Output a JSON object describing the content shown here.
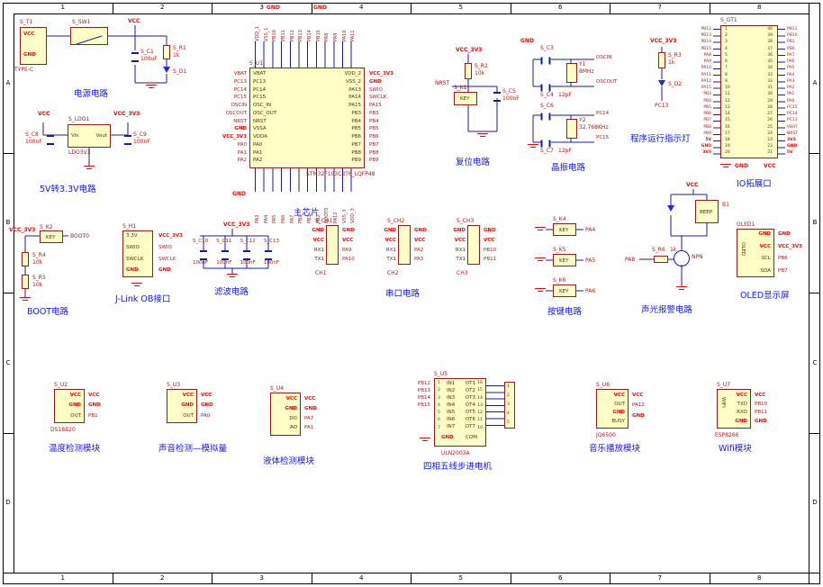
{
  "common": {
    "vcc": "VCC",
    "gnd": "GND",
    "vcc33": "VCC_3V3"
  },
  "frame": {
    "cols": [
      "1",
      "2",
      "3",
      "4",
      "5",
      "6",
      "7",
      "8"
    ],
    "rows": [
      "A",
      "B",
      "C",
      "D"
    ]
  },
  "power": {
    "caption": "电源电路",
    "connector": {
      "designator": "S_T1",
      "pins": [
        "VCC",
        "GND"
      ],
      "part": "TYPE-C"
    },
    "switch": {
      "designator": "S_SW1"
    },
    "cap": {
      "designator": "S_C1",
      "value": "100uF"
    },
    "res": {
      "designator": "S_R1",
      "value": "1k"
    },
    "led": {
      "designator": "S_D1"
    }
  },
  "ldo": {
    "caption": "5V转3.3V电路",
    "designator": "S_LDO1",
    "part": "LDO3V3",
    "pin_in": "Vin",
    "pin_out": "Vout",
    "cap_left": {
      "designator": "S_C8",
      "value": "100nF"
    },
    "cap_right": {
      "designator": "S_C9",
      "value": "100nF"
    }
  },
  "mcu": {
    "caption": "主芯片",
    "designator": "S_U1",
    "part": "STM32F103C8T6_LQFP48",
    "left_pins": [
      "VBAT",
      "PC13",
      "PC14",
      "PC15",
      "OSC_IN",
      "OSC_OUT",
      "NRST",
      "VSSA",
      "VDDA",
      "PA0",
      "PA1",
      "PA2"
    ],
    "left_nets": [
      "VBAT",
      "PC13",
      "PC14",
      "PC15",
      "OSCIN",
      "OSCOUT",
      "NRST",
      "GND",
      "VCC_3V3",
      "PA0",
      "PA1",
      "PA2"
    ],
    "right_pins": [
      "VDD_2",
      "VSS_2",
      "PA13",
      "PA14",
      "PA15",
      "PB3",
      "PB4",
      "PB5",
      "PB6",
      "PB7",
      "PB8",
      "PB9"
    ],
    "right_nets": [
      "VCC_3V3",
      "GND",
      "SWIO",
      "SWCLK",
      "PA15",
      "PB3",
      "PB4",
      "PB5",
      "PB6",
      "PB7",
      "PB8",
      "PB9"
    ],
    "top_pins": [
      "VDD_1",
      "VSS_1",
      "PB10",
      "PB11",
      "PB12",
      "PB13",
      "PB14",
      "PB15",
      "PA8",
      "PA9",
      "PA10",
      "PA11"
    ],
    "bottom_pins": [
      "PA3",
      "PA4",
      "PA5",
      "PA6",
      "PA7",
      "PB0",
      "PB1",
      "PB2",
      "BOOT0",
      "PA12",
      "VSS_3",
      "VDD_3"
    ]
  },
  "reset": {
    "caption": "复位电路",
    "net": "NRST",
    "res": {
      "designator": "S_R2",
      "value": "10k"
    },
    "key": {
      "designator": "S_K1",
      "label": "KEY"
    },
    "cap": {
      "designator": "S_C5",
      "value": "100nF"
    }
  },
  "crystal": {
    "caption": "晶振电路",
    "top": {
      "cap1": "S_C3",
      "cap2": "S_C4",
      "cap_value": "12pF",
      "xtal": "Y1",
      "freq": "8MHz",
      "nets": [
        "OSCIN",
        "OSCOUT"
      ]
    },
    "bottom": {
      "cap1": "S_C6",
      "cap2": "S_C7",
      "cap_value": "12pF",
      "xtal": "Y2",
      "freq": "32.768KHz",
      "nets": [
        "PC14",
        "PC15"
      ]
    }
  },
  "runled": {
    "caption": "程序运行指示灯",
    "res": {
      "designator": "S_R3",
      "value": "1k"
    },
    "led": "S_D2",
    "net": "PC13"
  },
  "ioport": {
    "caption": "IO拓展口",
    "designator": "S_GT1",
    "numbers_left": [
      "1",
      "2",
      "3",
      "4",
      "5",
      "6",
      "7",
      "8",
      "9",
      "10",
      "11",
      "12",
      "13",
      "14",
      "15",
      "16",
      "17",
      "18",
      "19",
      "20"
    ],
    "numbers_right": [
      "40",
      "39",
      "38",
      "37",
      "36",
      "35",
      "34",
      "33",
      "32",
      "31",
      "30",
      "29",
      "28",
      "27",
      "26",
      "25",
      "24",
      "23",
      "22",
      "21"
    ],
    "labels_left": [
      "PB12",
      "PB13",
      "PB14",
      "PB15",
      "PA8",
      "PA9",
      "PA10",
      "PA11",
      "PA12",
      "PA15",
      "PB3",
      "PB4",
      "PB5",
      "PB6",
      "PB7",
      "PB8",
      "PB9",
      "5V",
      "GND",
      "3V3"
    ],
    "labels_right": [
      "PB11",
      "PB10",
      "PB1",
      "PB0",
      "PA7",
      "PA6",
      "PA5",
      "PA4",
      "PA3",
      "PA2",
      "PA1",
      "PA0",
      "PC15",
      "PC14",
      "PC13",
      "VBAT",
      "NRST",
      "3V3",
      "GND",
      "5V"
    ]
  },
  "boot": {
    "caption": "BOOT电路",
    "net": "BOOT0",
    "key": {
      "designator": "S_K2",
      "label": "KEY"
    },
    "res1": {
      "designator": "S_R4",
      "value": "10k"
    },
    "res2": {
      "designator": "S_R5",
      "value": "10k"
    }
  },
  "jlink": {
    "caption": "J-Link OB接口",
    "designator": "S_H1",
    "pins": [
      "3.3V",
      "SWIO",
      "SWCLK",
      "GND"
    ],
    "nets": [
      "VCC_3V3",
      "SWIO",
      "SWCLK",
      "GND"
    ]
  },
  "filter": {
    "caption": "滤波电路",
    "designators": [
      "S_C10",
      "S_C11",
      "S_C12",
      "S_C13"
    ],
    "values": [
      "100nF",
      "100nF",
      "100nF",
      "100nF"
    ]
  },
  "serial": {
    "caption": "串口电路",
    "pins": [
      "GND",
      "VCC",
      "RX1",
      "TX1"
    ],
    "headers": [
      {
        "designator": "S_CH1",
        "part": "CH1",
        "nets": [
          "GND",
          "VCC",
          "PA9",
          "PA10"
        ]
      },
      {
        "designator": "S_CH2",
        "part": "CH2",
        "nets": [
          "GND",
          "VCC",
          "PA2",
          "PA3"
        ]
      },
      {
        "designator": "S_CH3",
        "part": "CH3",
        "nets": [
          "GND",
          "VCC",
          "PB10",
          "PB11"
        ]
      }
    ]
  },
  "keys": {
    "caption": "按键电路",
    "label": "KEY",
    "designators": [
      "S_K4",
      "S_K5",
      "S_K6"
    ],
    "nets": [
      "PA4",
      "PA5",
      "PA6"
    ]
  },
  "alarm": {
    "caption": "声光报警电路",
    "buzzer": {
      "designator": "B1",
      "label": "BEEP"
    },
    "transistor": "NPN",
    "res": {
      "designator": "S_R6",
      "value": "1k"
    },
    "net": "PA8"
  },
  "oled": {
    "caption": "OLED显示屏",
    "designator": "OLED1",
    "label": "OLED",
    "pins": [
      "GND",
      "VCC",
      "SCL",
      "SDA"
    ],
    "nets": [
      "GND",
      "VCC_3V3",
      "PB6",
      "PB7"
    ]
  },
  "temp": {
    "caption": "温度检测模块",
    "designator": "S_U2",
    "part": "DS18B20",
    "pins": [
      "VCC",
      "GND",
      "OUT"
    ],
    "nets": [
      "VCC",
      "GND",
      "PB1"
    ]
  },
  "sound": {
    "caption": "声音检测—模拟量",
    "designator": "S_U3",
    "pins": [
      "VCC",
      "GND",
      "OUT"
    ],
    "nets": [
      "VCC",
      "GND",
      "PA0"
    ]
  },
  "liquid": {
    "caption": "液体检测模块",
    "designator": "S_U4",
    "pins": [
      "VCC",
      "GND",
      "DO",
      "AO"
    ],
    "nets": [
      "VCC",
      "GND",
      "PA7",
      "PA1"
    ]
  },
  "stepper": {
    "caption": "四相五线步进电机",
    "designator": "S_U5",
    "part": "ULN2003A",
    "in_nums": [
      "1",
      "2",
      "3",
      "4",
      "5",
      "6",
      "7"
    ],
    "in_pins": [
      "IN1",
      "IN2",
      "IN3",
      "IN4",
      "IN5",
      "IN6",
      "IN7"
    ],
    "out_pins": [
      "OT1",
      "OT2",
      "OT3",
      "OT4",
      "OT5",
      "OT6",
      "OT7"
    ],
    "out_nums": [
      "16",
      "15",
      "14",
      "13",
      "12",
      "11",
      "10"
    ],
    "left_nets": [
      "PB12",
      "PB13",
      "PB14",
      "PB15"
    ],
    "bottom_pins": [
      "GND",
      "COM"
    ],
    "conn_nums": [
      "1",
      "2",
      "3",
      "4",
      "5"
    ]
  },
  "music": {
    "caption": "音乐播放模块",
    "designator": "S_U6",
    "part": "JQ6500",
    "pins": [
      "VCC",
      "OUT",
      "GND",
      "BUSY"
    ],
    "nets": [
      "VCC",
      "PA12",
      "GND",
      ""
    ]
  },
  "wifi": {
    "caption": "Wifi模块",
    "designator": "S_U7",
    "part": "ESP8266",
    "label": "WIFI",
    "pins": [
      "VCC",
      "TXD",
      "RXD",
      "GND"
    ],
    "nets": [
      "VCC",
      "PB10",
      "PB11",
      "GND"
    ]
  }
}
